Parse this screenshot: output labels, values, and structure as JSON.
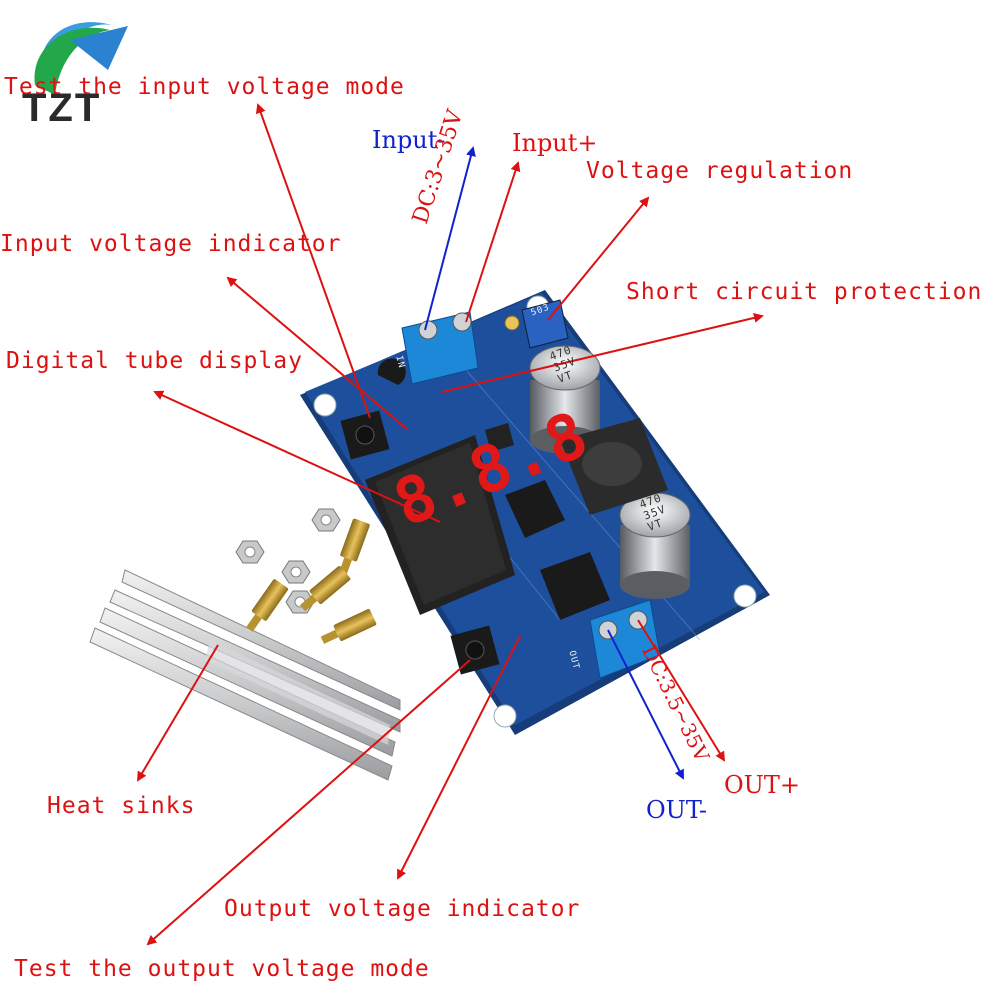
{
  "brand": {
    "logo_text": "TZT"
  },
  "labels": {
    "test_input_mode": "Test the input voltage mode",
    "input_minus": "Input-",
    "input_plus": "Input+",
    "voltage_regulation": "Voltage regulation",
    "input_indicator": "Input voltage indicator",
    "short_circuit": "Short circuit protection",
    "digital_tube": "Digital tube display",
    "heat_sinks": "Heat sinks",
    "output_indicator": "Output voltage indicator",
    "test_output_mode": "Test the output voltage mode",
    "out_minus": "OUT-",
    "out_plus": "OUT+",
    "dc_input_range": "DC:3~35V",
    "dc_output_range": "DC:3.5~35V"
  },
  "board": {
    "display_digits": "8.8.8",
    "capacitor_text": [
      "470",
      "35V",
      "VT"
    ],
    "trimmer_text": "503",
    "terminal_in_label": "IN",
    "terminal_out_label": "OUT"
  },
  "colors": {
    "annotation_red": "#dd1111",
    "annotation_blue": "#1122cc",
    "pcb_blue": "#1d4f9c",
    "display_red": "#e01818"
  }
}
